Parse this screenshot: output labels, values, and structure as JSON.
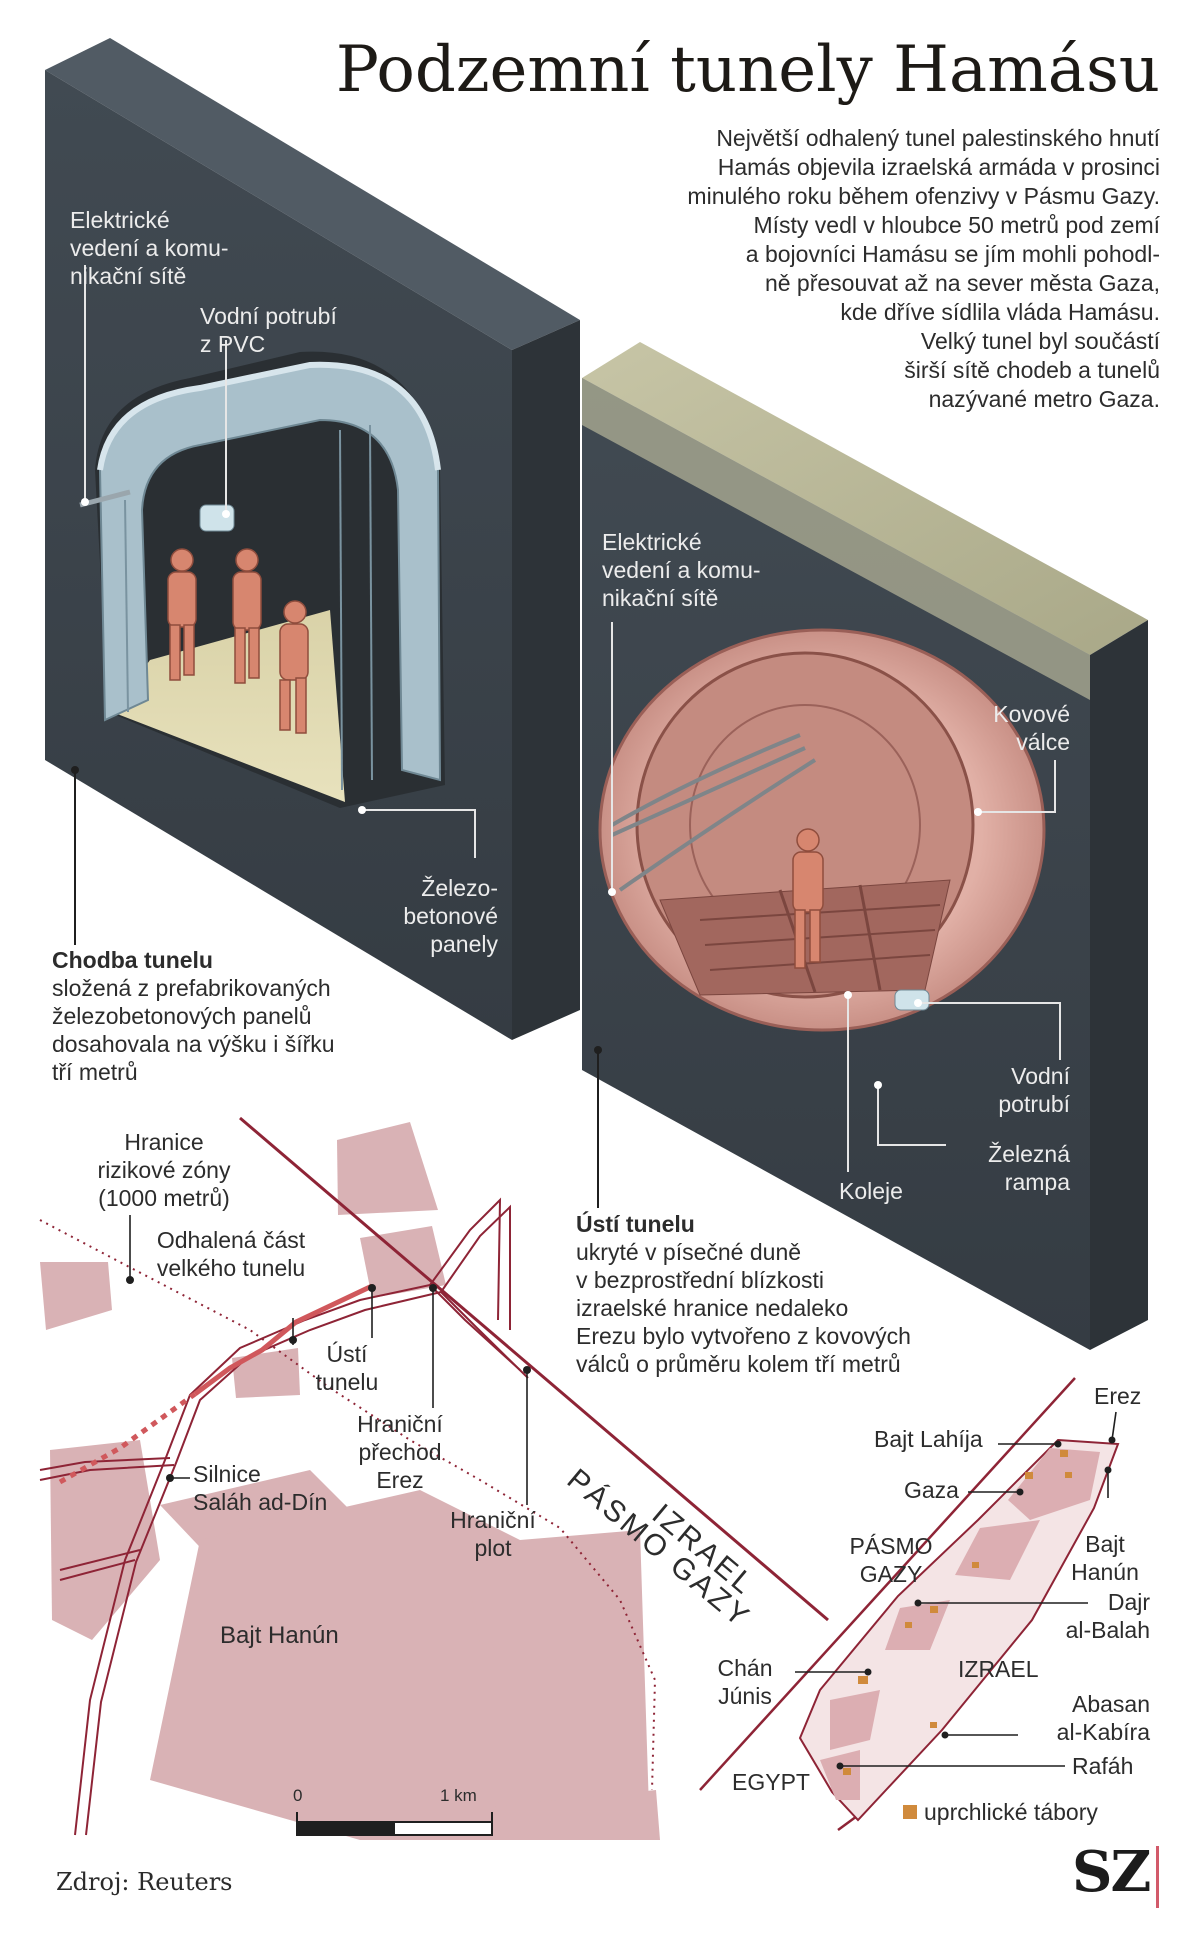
{
  "title": "Podzemní tunely Hamásu",
  "intro": "Největší odhalený tunel palestinského hnutí Hamás objevila izraelská armáda v prosinci minulého roku během ofenzivy v Pásmu Gazy. Místy vedl v hloubce 50 metrů pod zemí a bojovníci Hamásu se jím mohli pohodlně přesouvat až na sever města Gaza, kde dříve sídlila vláda Hamásu. Velký tunel byl součástí širší sítě chodeb a tunelů nazývané metro Gaza.",
  "intro_lines": [
    "Největší odhalený tunel palestinského hnutí",
    "Hamás objevila izraelská armáda v prosinci",
    "minulého roku během ofenzivy v Pásmu Gazy.",
    "Místy vedl v hloubce 50 metrů pod zemí",
    "a bojovníci Hamásu se jím mohli pohodl-",
    "ně přesouvat až na sever města Gaza,",
    "kde dříve sídlila vláda Hamásu.",
    "Velký tunel byl součástí",
    "širší sítě chodeb a tunelů",
    "nazývané metro Gaza."
  ],
  "corridor": {
    "label_cables": [
      "Elektrické",
      "vedení a komu-",
      "nikační sítě"
    ],
    "label_pipe": [
      "Vodní potrubí",
      "z PVC"
    ],
    "label_panels": [
      "Železo-",
      "betonové",
      "panely"
    ],
    "caption_title": "Chodba tunelu",
    "caption_lines": [
      "složená z prefabrikovaných",
      "železobetonových panelů",
      "dosahovala na výšku i šířku",
      "tří metrů"
    ]
  },
  "mouth": {
    "label_cables": [
      "Elektrické",
      "vedení a komu-",
      "nikační sítě"
    ],
    "label_cylinders": [
      "Kovové",
      "válce"
    ],
    "label_pipe": [
      "Vodní",
      "potrubí"
    ],
    "label_ramp": [
      "Železná",
      "rampa"
    ],
    "label_rails": "Koleje",
    "caption_title": "Ústí tunelu",
    "caption_lines": [
      "ukryté v písečné duně",
      "v bezprostřední blízkosti",
      "izraelské hranice nedaleko",
      "Erezu bylo vytvořeno z kovových",
      "válců o průměru kolem tří metrů"
    ]
  },
  "map": {
    "risk_zone": [
      "Hranice",
      "rizikové zóny",
      "(1000 metrů)"
    ],
    "revealed": [
      "Odhalená část",
      "velkého tunelu"
    ],
    "tunnel_mouth": [
      "Ústí",
      "tunelu"
    ],
    "crossing": [
      "Hraniční",
      "přechod",
      "Erez"
    ],
    "fence": [
      "Hraniční",
      "plot"
    ],
    "road": [
      "Silnice",
      "Saláh ad-Dín"
    ],
    "town": "Bajt Hanún",
    "israel": "IZRAEL",
    "gaza_strip": "PÁSMO GAZY",
    "scale_zero": "0",
    "scale_km": "1 km"
  },
  "inset": {
    "erez": "Erez",
    "bajt_lahija": "Bajt Lahíja",
    "gaza": "Gaza",
    "pasmo": [
      "PÁSMO",
      "GAZY"
    ],
    "bajt_hanun": [
      "Bajt",
      "Hanún"
    ],
    "dajr": [
      "Dajr",
      "al-Balah"
    ],
    "izrael": "IZRAEL",
    "chan": [
      "Chán",
      "Júnis"
    ],
    "abasan": [
      "Abasan",
      "al-Kabíra"
    ],
    "rafah": "Rafáh",
    "egypt": "EGYPT",
    "legend": "uprchlické tábory"
  },
  "source": "Zdroj: Reuters",
  "logo": "SZ",
  "colors": {
    "rock": "#3d444b",
    "sand": "#b7b597",
    "concrete": "#a9c0cb",
    "steel": "#c98f85",
    "urban": "#d9b2b5",
    "border": "#8e2436",
    "tunnel": "#d0585c",
    "camp": "#d08a3c"
  }
}
